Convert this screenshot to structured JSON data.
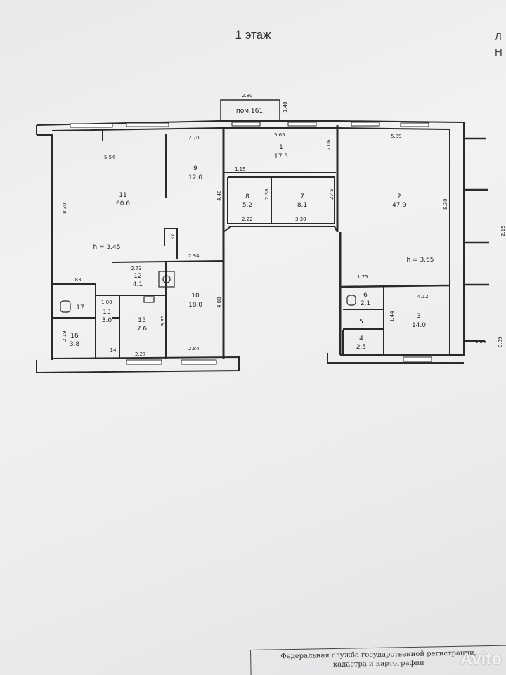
{
  "floor_title": "1 этаж",
  "corner_text": [
    "Л",
    "Н"
  ],
  "pom_label": "пом 161",
  "left_rooms": [
    {
      "num": "11",
      "area": "60.6"
    },
    {
      "num": "9",
      "area": "12.0"
    },
    {
      "num": "12",
      "area": "4.1"
    },
    {
      "num": "10",
      "area": "18.0"
    },
    {
      "num": "15",
      "area": "7.6"
    },
    {
      "num": "17",
      "area": ""
    },
    {
      "num": "13",
      "area": "3.0"
    },
    {
      "num": "16",
      "area": "3.8"
    },
    {
      "num": "14",
      "area": ""
    }
  ],
  "center_rooms": [
    {
      "num": "1",
      "area": "17.5"
    },
    {
      "num": "8",
      "area": "5.2"
    },
    {
      "num": "7",
      "area": "8.1"
    }
  ],
  "right_rooms": [
    {
      "num": "2",
      "area": "47.9"
    },
    {
      "num": "3",
      "area": "14.0"
    },
    {
      "num": "6",
      "area": "2.1"
    },
    {
      "num": "5",
      "area": ""
    },
    {
      "num": "4",
      "area": "2.5"
    }
  ],
  "heights": {
    "left": "h = 3.45",
    "right": "h = 3.65"
  },
  "dimensions": {
    "pom_width": "2.80",
    "pom_height": "1.40",
    "d_554": "5.54",
    "d_270": "2.70",
    "d_565": "5.65",
    "d_589": "5.89",
    "d_206": "2.06",
    "d_115": "1.15",
    "d_238": "2.38",
    "d_245": "2.45",
    "d_222": "2.22",
    "d_330": "3.30",
    "d_830_left": "8.30",
    "d_830_right": "8.30",
    "d_440": "4.40",
    "d_137": "1.37",
    "d_273": "2.73",
    "d_294": "2.94",
    "d_183": "1.83",
    "d_100": "1.00",
    "d_488": "4.88",
    "d_335": "3.35",
    "d_227": "2.27",
    "d_284": "2.84",
    "d_219": "2.19",
    "d_175": "1.75",
    "d_412": "4.12",
    "d_144": "1.44",
    "d_126": "1.26",
    "d_219r": "2.19",
    "d_039": "0.39"
  },
  "stamp_lines": [
    "Федеральная служба государственной регистрации,",
    "кадастра и картографии"
  ],
  "watermark": "Avito"
}
